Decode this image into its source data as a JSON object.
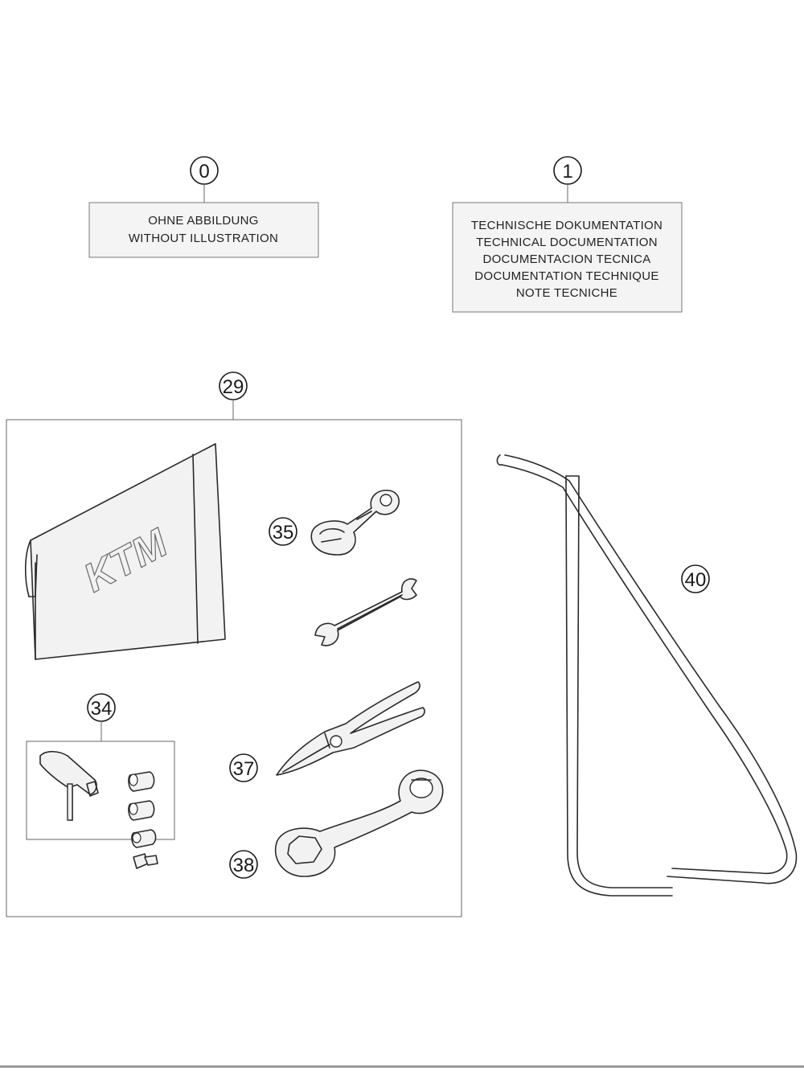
{
  "callouts": {
    "c0": "0",
    "c1": "1",
    "c29": "29",
    "c34": "34",
    "c35": "35",
    "c37": "37",
    "c38": "38",
    "c40": "40"
  },
  "box0": {
    "line1": "OHNE ABBILDUNG",
    "line2": "WITHOUT ILLUSTRATION"
  },
  "box1": {
    "line1": "TECHNISCHE DOKUMENTATION",
    "line2": "TECHNICAL DOCUMENTATION",
    "line3": "DOCUMENTACION TECNICA",
    "line4": "DOCUMENTATION TECHNIQUE",
    "line5": "NOTE TECNICHE"
  },
  "brand": {
    "pouch_logo": "KTM"
  }
}
